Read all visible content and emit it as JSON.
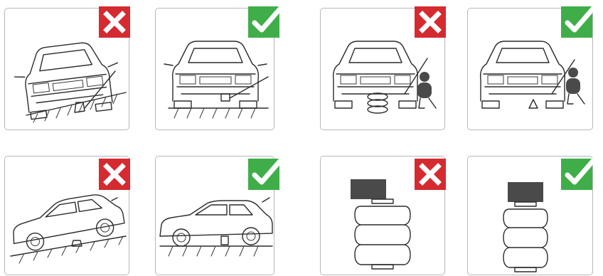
{
  "colors": {
    "wrong": "#d52a2f",
    "right": "#3fae49",
    "border": "#b8b8b8",
    "block": "#4a4a4a"
  },
  "cards": [
    {
      "verdict": "wrong",
      "icon": "cross-icon",
      "subject": "car-front-tilted-on-slope"
    },
    {
      "verdict": "right",
      "icon": "check-icon",
      "subject": "car-front-level-ground"
    },
    {
      "verdict": "wrong",
      "icon": "cross-icon",
      "subject": "car-front-stacked-airbag-jack"
    },
    {
      "verdict": "right",
      "icon": "check-icon",
      "subject": "car-front-stand-jack"
    },
    {
      "verdict": "wrong",
      "icon": "cross-icon",
      "subject": "car-side-on-slope"
    },
    {
      "verdict": "right",
      "icon": "check-icon",
      "subject": "car-side-level-ground"
    },
    {
      "verdict": "wrong",
      "icon": "cross-icon",
      "subject": "airbag-load-offset"
    },
    {
      "verdict": "right",
      "icon": "check-icon",
      "subject": "airbag-load-centered"
    }
  ]
}
